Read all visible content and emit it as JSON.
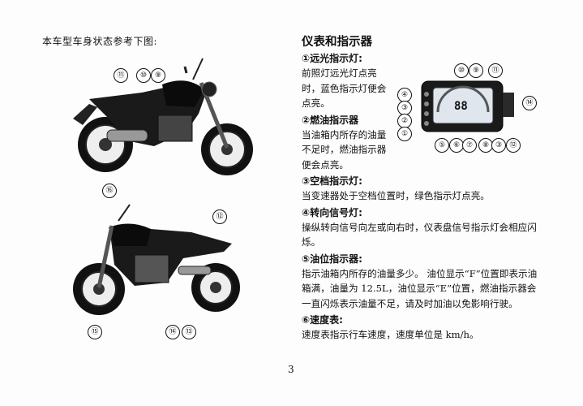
{
  "left": {
    "caption": "本车型车身状态参考下图:"
  },
  "callouts": {
    "top_bike": [
      "⑪",
      "⑩",
      "⑨",
      "⑯"
    ],
    "bottom_bike": [
      "⑫",
      "⑮",
      "⑭",
      "⑬"
    ],
    "dashboard": [
      "⑩",
      "⑨",
      "⑪",
      "④",
      "③",
      "②",
      "①",
      "⑭",
      "⑤",
      "⑥",
      "⑦",
      "⑧",
      "③",
      "⑫"
    ]
  },
  "right": {
    "title": "仪表和指示器",
    "s1_title": "①远光指示灯:",
    "s1_body": "前照灯远光灯点亮时，蓝色指示灯便会点亮。",
    "s2_title": "②燃油指示器",
    "s2_body": "当油箱内所存的油量不足时，燃油指示器便会点亮。",
    "s3_title": "③空档指示灯:",
    "s3_body": "当变速器处于空档位置时，绿色指示灯点亮。",
    "s4_title": "④转向信号灯:",
    "s4_body": "操纵转向信号向左或向右时，仪表盘信号指示灯会相应闪烁。",
    "s5_title": "⑤油位指示器:",
    "s5_body": "指示油箱内所存的油量多少。 油位显示“F”位置即表示油箱满，油量为 12.5L，油位显示“E”位置，燃油指示器会一直闪烁表示油量不足，请及时加油以免影响行驶。",
    "s6_title": "⑥速度表:",
    "s6_body": "速度表指示行车速度，速度单位是 km/h。"
  },
  "dashboard": {
    "speed_readout": "88"
  },
  "page_number": "3"
}
